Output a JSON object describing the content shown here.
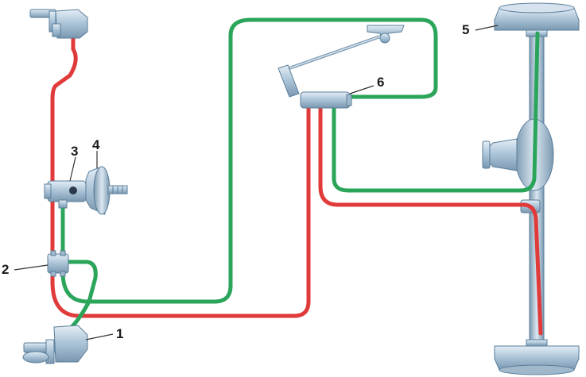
{
  "callouts": [
    {
      "id": "1",
      "text": "1"
    },
    {
      "id": "2",
      "text": "2"
    },
    {
      "id": "3",
      "text": "3"
    },
    {
      "id": "4",
      "text": "4"
    },
    {
      "id": "5",
      "text": "5"
    },
    {
      "id": "6",
      "text": "6"
    }
  ],
  "colors": {
    "circuit_a": "#e03a3a",
    "circuit_b": "#2aa55a",
    "component_fill": "#b9cfe0",
    "component_stroke": "#5a7e9a",
    "component_dark": "#7f9db5"
  }
}
